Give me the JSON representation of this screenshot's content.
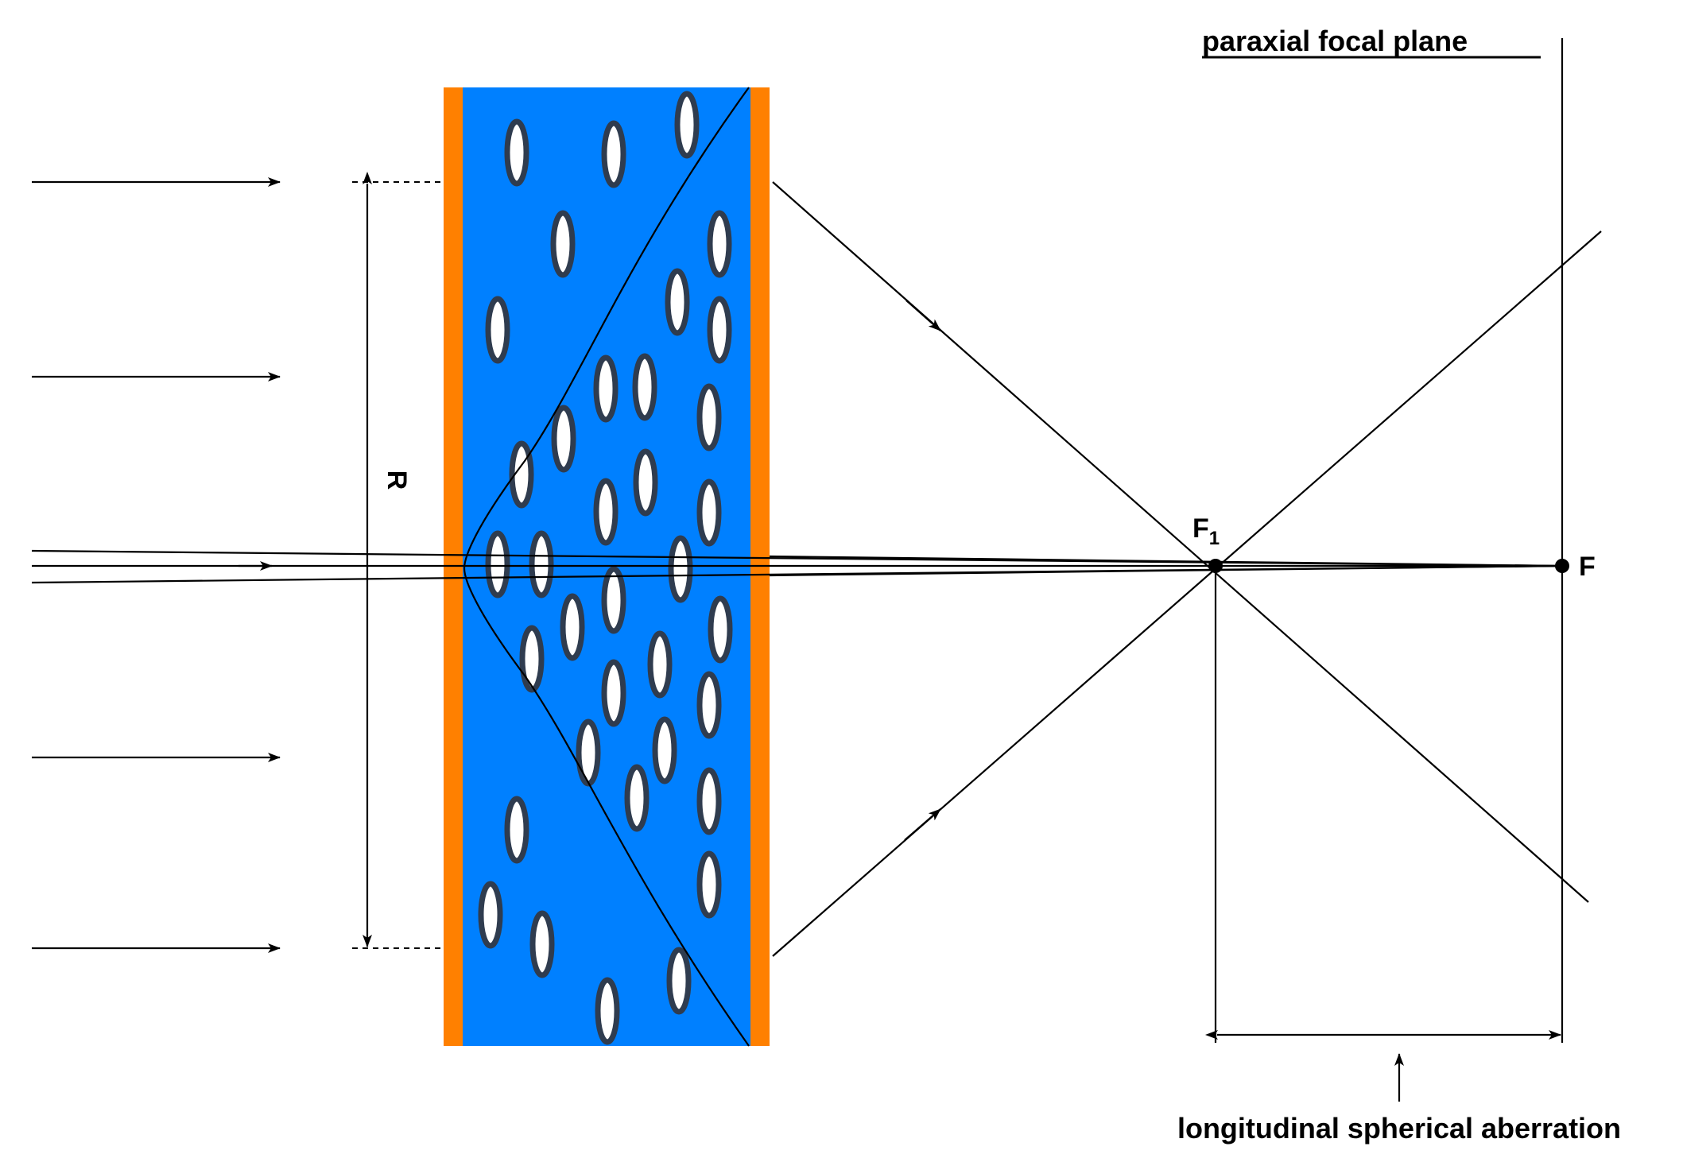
{
  "labels": {
    "paraxial_focal_plane": "paraxial focal plane",
    "radius": "R",
    "focus_marginal_main": "F",
    "focus_marginal_sub": "1",
    "focus_paraxial": "F",
    "longitudinal_aberration": "longitudinal spherical aberration"
  },
  "colors": {
    "electrode": "#ff8000",
    "liquid_crystal_cell": "#0080ff",
    "lc_molecule_fill": "#ffffff",
    "lc_molecule_outline": "#2f3c4f",
    "lines": "#000000"
  },
  "icons": {
    "incident_ray_arrow": "arrow-right-icon",
    "molecule": "ellipse-molecule-icon"
  }
}
